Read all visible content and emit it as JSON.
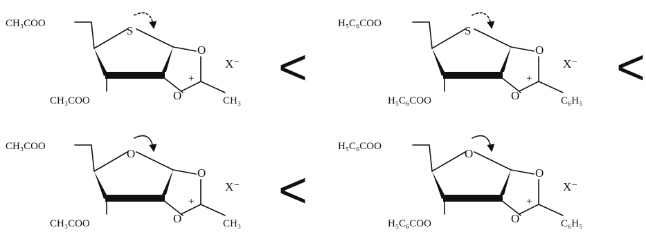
{
  "rows": [
    {
      "left": {
        "top_group": "CH₃COO",
        "bottom_group": "CH₃COO",
        "ring_atom": "S",
        "ring_o1": "O",
        "ring_o2": "O",
        "charge": "+",
        "substituent": "CH₃",
        "counter_ion": "X⁻"
      },
      "operator": "<",
      "right": {
        "top_group": "H₅C₆COO",
        "bottom_group": "H₅C₆COO",
        "ring_atom": "S",
        "ring_o1": "O",
        "ring_o2": "O",
        "charge": "+",
        "substituent": "C₆H₅",
        "counter_ion": "X⁻"
      },
      "trailing_operator": "<",
      "arrow_style": "dotted"
    },
    {
      "left": {
        "top_group": "CH₃COO",
        "bottom_group": "CH₃COO",
        "ring_atom": "O",
        "ring_o1": "O",
        "ring_o2": "O",
        "charge": "+",
        "substituent": "CH₃",
        "counter_ion": "X⁻"
      },
      "operator": "<",
      "right": {
        "top_group": "H₅C₆COO",
        "bottom_group": "H₅C₆COO",
        "ring_atom": "O",
        "ring_o1": "O",
        "ring_o2": "O",
        "charge": "+",
        "substituent": "C₆H₅",
        "counter_ion": "X⁻"
      },
      "trailing_operator": "",
      "arrow_style": "solid"
    }
  ]
}
